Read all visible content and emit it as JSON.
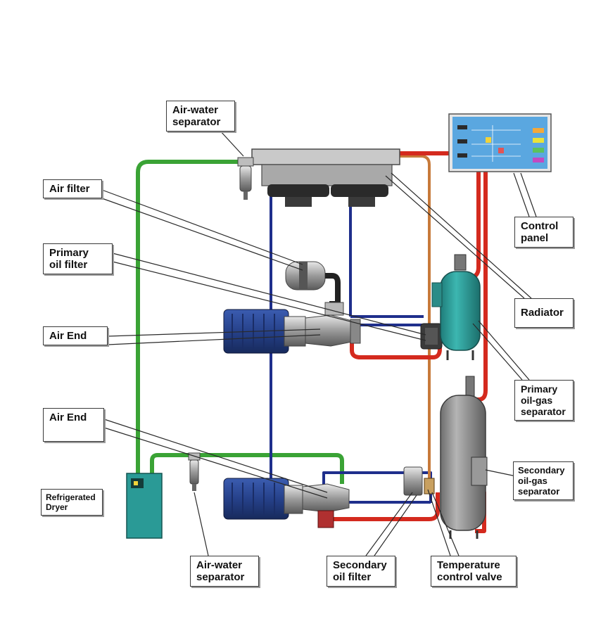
{
  "labels": {
    "air_water_separator_top": "Air-water\nseparator",
    "air_filter": "Air filter",
    "primary_oil_filter": "Primary\noil filter",
    "air_end_top": "Air End",
    "air_end_bottom": "Air End",
    "refrigerated_dryer": "Refrigerated\nDryer",
    "air_water_separator_bottom": "Air-water\nseparator",
    "secondary_oil_filter": "Secondary\noil filter",
    "temperature_control_valve": "Temperature\ncontrol valve",
    "control_panel": "Control\npanel",
    "radiator": "Radiator",
    "primary_oil_gas_separator": "Primary\noil-gas\nseparator",
    "secondary_oil_gas_separator": "Secondary\noil-gas\nseparator"
  },
  "colors": {
    "air_line": "#3aa335",
    "oil_line_blue": "#1f2f8c",
    "hot_line_red": "#d42a1e",
    "copper_line": "#c77a3a",
    "tank_teal": "#2a9a96",
    "motor_blue": "#27438f",
    "tank_grey": "#8f8f8f"
  }
}
